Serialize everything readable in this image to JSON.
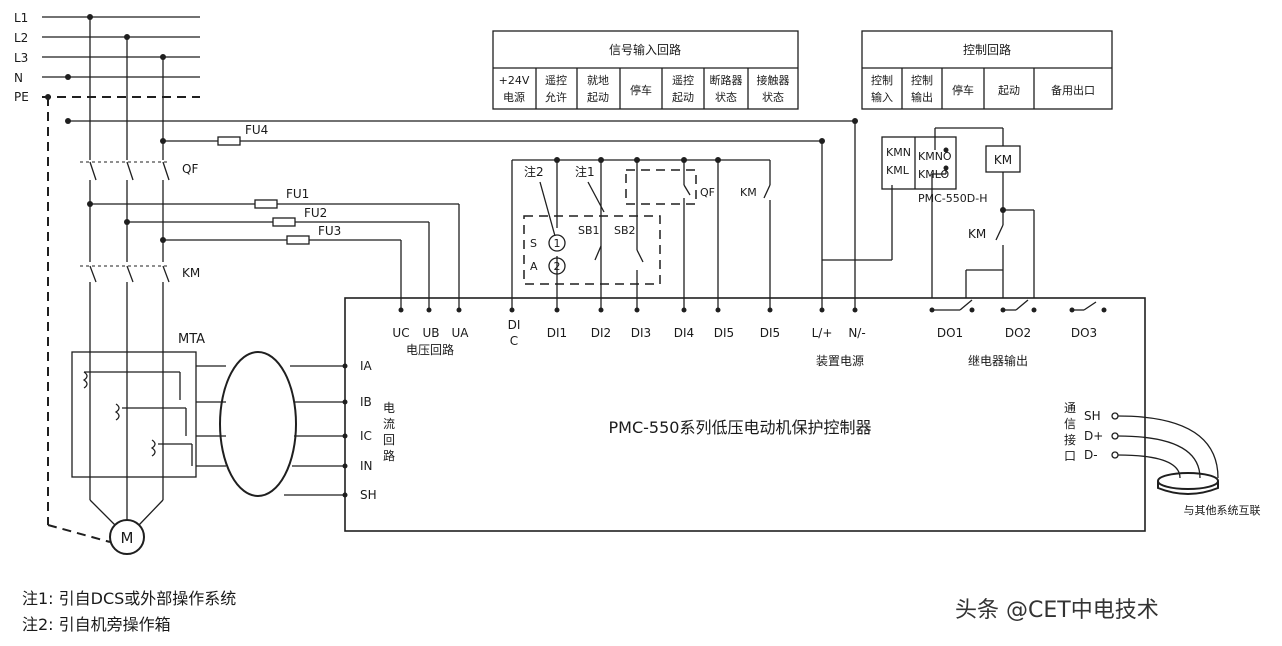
{
  "buses": {
    "l1": "L1",
    "l2": "L2",
    "l3": "L3",
    "n": "N",
    "pe": "PE"
  },
  "labels": {
    "qf": "QF",
    "km": "KM",
    "mta": "MTA",
    "motor": "M",
    "fu4": "FU4",
    "fu1": "FU1",
    "fu2": "FU2",
    "fu3": "FU3",
    "note2_tag": "注2",
    "note1_tag": "注1",
    "s": "S",
    "a": "A",
    "c1": "1",
    "c2": "2",
    "sb1": "SB1",
    "sb2": "SB2",
    "qf2": "QF",
    "km2": "KM",
    "kmn": "KMN",
    "kml": "KML",
    "kmno": "KMNO",
    "kmlo": "KMLO",
    "km_coil": "KM",
    "pmc_h": "PMC-550D-H",
    "km3": "KM"
  },
  "signal_table": {
    "title": "信号输入回路",
    "cells": [
      [
        "+24V",
        "电源"
      ],
      [
        "遥控",
        "允许"
      ],
      [
        "就地",
        "起动"
      ],
      [
        "停车",
        ""
      ],
      [
        "遥控",
        "起动"
      ],
      [
        "断路器",
        "状态"
      ],
      [
        "接触器",
        "状态"
      ]
    ]
  },
  "control_table": {
    "title": "控制回路",
    "cells": [
      [
        "控制",
        "输入"
      ],
      [
        "控制",
        "输出"
      ],
      [
        "停车",
        ""
      ],
      [
        "起动",
        ""
      ],
      [
        "备用出口",
        ""
      ]
    ]
  },
  "controller": {
    "title": "PMC-550系列低压电动机保护控制器",
    "voltage_terms": [
      "UC",
      "UB",
      "UA"
    ],
    "voltage_label": "电压回路",
    "di_terms": [
      "DI",
      "DI1",
      "DI2",
      "DI3",
      "DI4",
      "DI5",
      "DI5"
    ],
    "dic": "C",
    "power_terms": [
      "L/+",
      "N/-"
    ],
    "power_label": "装置电源",
    "do_terms": [
      "DO1",
      "DO2",
      "DO3"
    ],
    "do_label": "继电器输出",
    "current_terms": [
      "IA",
      "IB",
      "IC",
      "IN",
      "SH"
    ],
    "current_label": [
      "电",
      "流",
      "回",
      "路"
    ],
    "comm_label": [
      "通",
      "信",
      "接",
      "口"
    ],
    "comm_terms": [
      "SH",
      "D+",
      "D-"
    ],
    "comm_note": "与其他系统互联"
  },
  "notes": [
    "注1: 引自DCS或外部操作系统",
    "注2: 引自机旁操作箱"
  ],
  "watermark": "头条 @CET中电技术"
}
